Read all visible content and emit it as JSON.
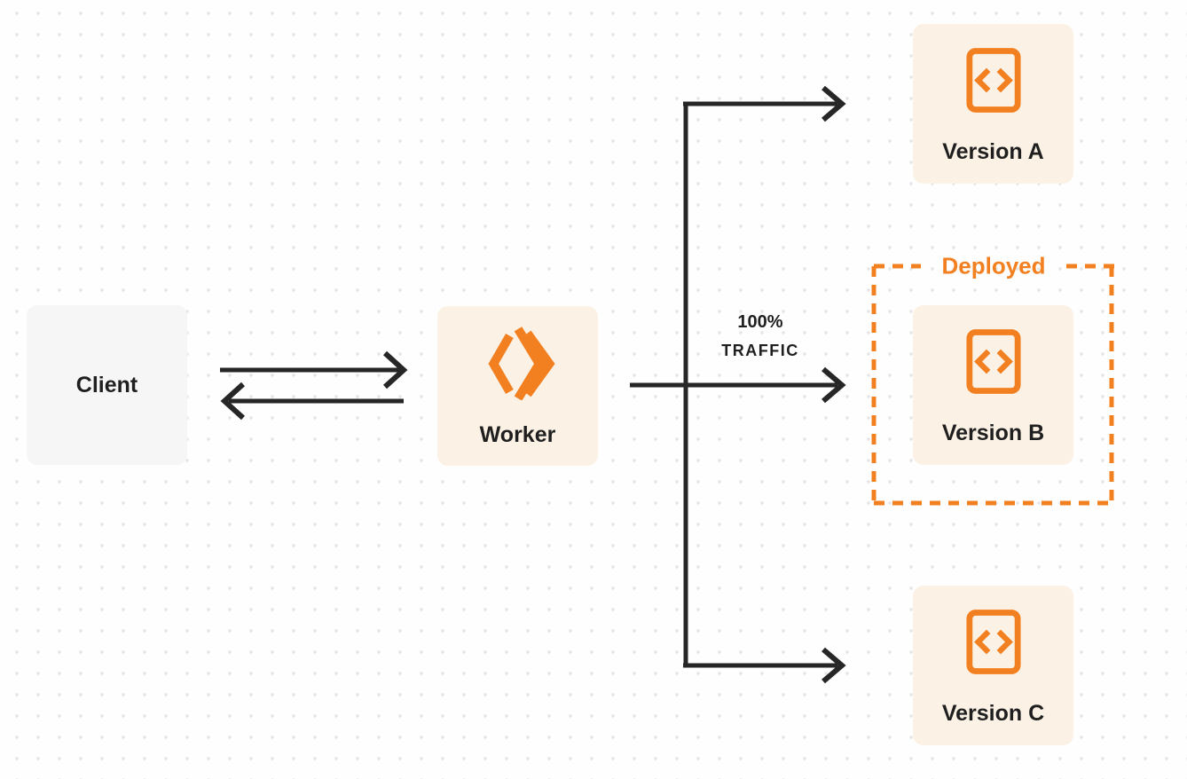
{
  "diagram": {
    "client": {
      "label": "Client"
    },
    "worker": {
      "label": "Worker"
    },
    "versions": [
      {
        "label": "Version A",
        "deployed": false
      },
      {
        "label": "Version B",
        "deployed": true
      },
      {
        "label": "Version C",
        "deployed": false
      }
    ],
    "deployed_group": {
      "label": "Deployed"
    },
    "traffic_label": {
      "line1": "100%",
      "line2": "TRAFFIC"
    },
    "icons": {
      "worker_icon": "workers-double-chevron-icon",
      "version_icon": "code-file-icon"
    },
    "colors": {
      "accent-orange": "#F38020",
      "arrow-dark": "#262626",
      "text-dark": "#1F1F1F",
      "card-cream": "#FBF1E4",
      "card-gray": "#F6F6F7",
      "dot-color": "#E5E5E7",
      "page-bg": "#FEFEFE"
    }
  }
}
